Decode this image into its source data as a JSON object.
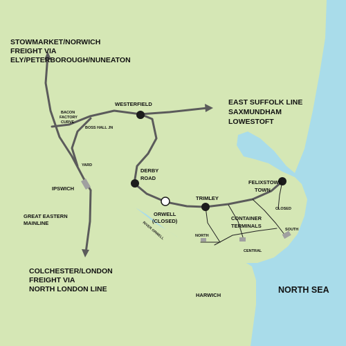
{
  "colors": {
    "sea": "#a9dcea",
    "land": "#d5e7b5",
    "track": "#5b5b5b",
    "station_open": "#1c1c1c",
    "station_closed": "#ffffff",
    "yard": "#a0a0a0"
  },
  "destinations": {
    "north_1": "STOWMARKET/NORWICH",
    "north_2": "FREIGHT VIA",
    "north_3": "ELY/PETERBOROUGH/NUNEATON",
    "east_1": "EAST SUFFOLK LINE",
    "east_2": "SAXMUNDHAM",
    "east_3": "LOWESTOFT",
    "south_1": "COLCHESTER/LONDON",
    "south_2": "FREIGHT VIA",
    "south_3": "NORTH LONDON LINE"
  },
  "stations": {
    "westerfield": "WESTERFIELD",
    "derby_road_1": "DERBY",
    "derby_road_2": "ROAD",
    "orwell_1": "ORWELL",
    "orwell_2": "(CLOSED)",
    "trimley": "TRIMLEY",
    "felixstowe_1": "FELIXSTOWE",
    "felixstowe_2": "TOWN",
    "ipswich": "IPSWICH"
  },
  "junctions": {
    "bacon_1": "BACON",
    "bacon_2": "FACTORY",
    "bacon_3": "CURVE",
    "boss_hall": "BOSS  HALL JN",
    "yard": "YARD"
  },
  "lines": {
    "great_eastern_1": "GREAT EASTERN",
    "great_eastern_2": "MAINLINE"
  },
  "terminals": {
    "title_1": "CONTAINER",
    "title_2": "TERMINALS",
    "north": "NORTH",
    "central": "CENTRAL",
    "south": "SOUTH",
    "closed": "CLOSED"
  },
  "water": {
    "river": "RIVER ORWELL",
    "harwich": "HARWICH",
    "north_sea": "NORTH SEA"
  }
}
